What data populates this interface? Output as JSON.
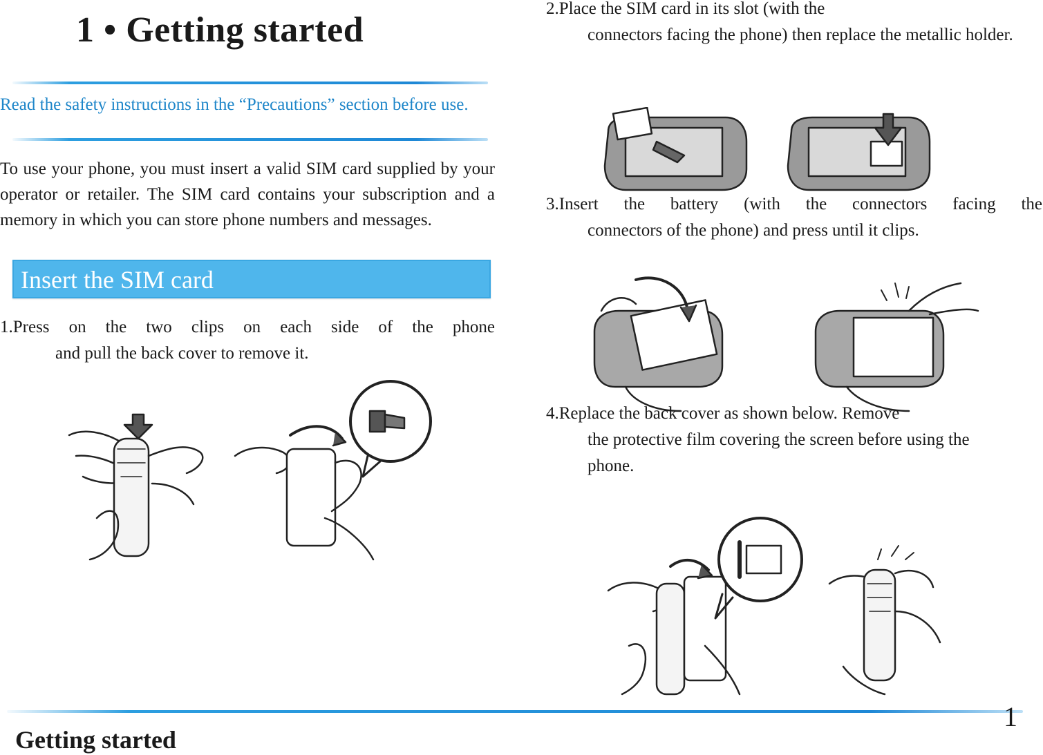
{
  "title": "1 • Getting started",
  "notice": "Read the safety instructions in the “Precautions” section before use.",
  "intro": "To use your phone, you must insert a valid SIM card supplied by your operator or retailer. The SIM card contains your subscription and a memory in which you can store phone numbers and messages.",
  "section_heading": "Insert the SIM card",
  "steps": [
    {
      "first_line": "1.Press on the two clips on each side of the phone",
      "rest": "and pull the back cover to remove it."
    },
    {
      "first_line": "2.Place the SIM card in its slot (with the",
      "rest": "connectors facing the phone) then replace the metallic holder."
    },
    {
      "first_line": "3.Insert the battery (with the connectors facing the",
      "rest": "connectors of the phone) and press until it clips."
    },
    {
      "first_line": "4.Replace the back cover as shown below. Remove",
      "rest": "the protective film covering the screen before using the phone."
    }
  ],
  "footer": {
    "title": "Getting started",
    "page_number": "1"
  },
  "colors": {
    "accent_blue": "#1e86c9",
    "section_bar": "#4fb6ec"
  }
}
